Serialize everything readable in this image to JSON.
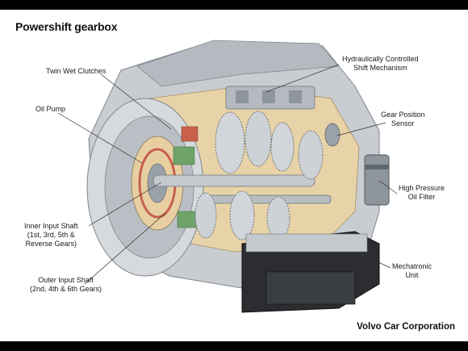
{
  "title": "Powershift gearbox",
  "credit": "Volvo Car Corporation",
  "labels": {
    "twin_wet_clutches": [
      "Twin Wet Clutches"
    ],
    "oil_pump": [
      "Oil Pump"
    ],
    "inner_input_shaft": [
      "Inner Input Shaft",
      "(1st, 3rd, 5th &",
      "Reverse Gears)"
    ],
    "outer_input_shaft": [
      "Outer Input Shaft",
      "(2nd, 4th & 6th Gears)"
    ],
    "hydraulic_shift": [
      "Hydraulically Controlled",
      "Shift Mechanism"
    ],
    "gear_position_sensor": [
      "Gear Position",
      "Sensor"
    ],
    "oil_filter": [
      "High Pressure",
      "Oil Filter"
    ],
    "mechatronic": [
      "Mechatronic",
      "Unit"
    ]
  },
  "colors": {
    "housing": "#c9cdd2",
    "housing_dark": "#8e959c",
    "cutaway": "#e8d3a8",
    "gear": "#d2d6da",
    "mechatronic": "#2b2d30",
    "clutch_red": "#c8604a",
    "clutch_green": "#6fa36a"
  }
}
